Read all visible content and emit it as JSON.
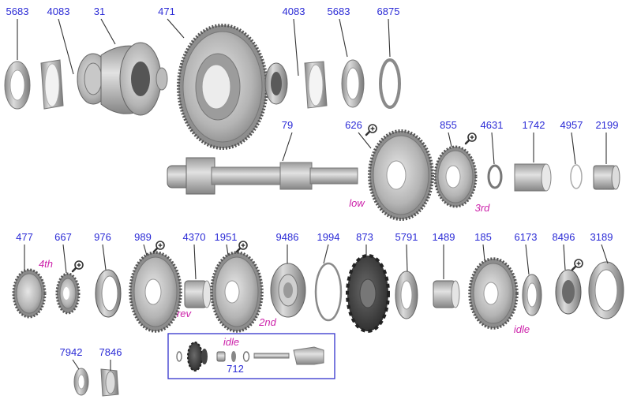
{
  "colors": {
    "part_label": "#2b2bd6",
    "gear_label": "#cc22aa",
    "leader": "#333333",
    "metal_light": "#d9d9d9",
    "metal_mid": "#a9a9a9",
    "metal_dark": "#6f6f6f",
    "inset_border": "#3333cc"
  },
  "icons": {
    "zoom": "magnifier-plus-icon"
  },
  "part_numbers": {
    "p5683a": "5683",
    "p4083a": "4083",
    "p31": "31",
    "p471": "471",
    "p4083b": "4083",
    "p5683b": "5683",
    "p6875": "6875",
    "p79": "79",
    "p626": "626",
    "p855": "855",
    "p4631": "4631",
    "p1742": "1742",
    "p4957": "4957",
    "p2199": "2199",
    "p477": "477",
    "p667": "667",
    "p976": "976",
    "p989": "989",
    "p4370": "4370",
    "p1951": "1951",
    "p9486": "9486",
    "p1994": "1994",
    "p873": "873",
    "p5791": "5791",
    "p1489": "1489",
    "p185": "185",
    "p6173": "6173",
    "p8496": "8496",
    "p3189": "3189",
    "p7942": "7942",
    "p7846": "7846",
    "p712": "712"
  },
  "gear_labels": {
    "low": "low",
    "third": "3rd",
    "fourth": "4th",
    "rev": "rev",
    "second": "2nd",
    "idle_inset": "idle",
    "idle_main": "idle"
  }
}
